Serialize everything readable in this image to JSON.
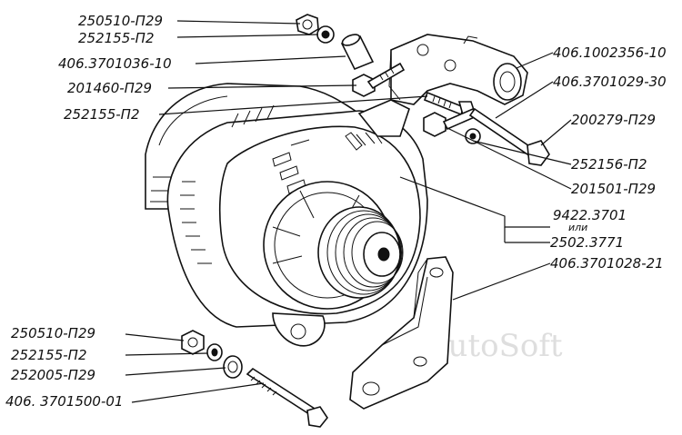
{
  "labels": {
    "nut_top": "250510-П29",
    "washer_top": "252155-П2",
    "sleeve": "406.3701036-10",
    "bolt_top": "201460-П29",
    "washer_mid": "252155-П2",
    "bracket_top": "406.1002356-10",
    "tensioner": "406.3701029-30",
    "bolt_right": "200279-П29",
    "washer_right": "252156-П2",
    "bolt_right2": "201501-П29",
    "alt_number_1": "9422.3701",
    "alt_or": "или",
    "alt_number_2": "2502.3771",
    "bracket_bottom": "406.3701028-21",
    "nut_bottom": "250510-П29",
    "washer_bottom": "252155-П2",
    "washer_flat_bottom": "252005-П29",
    "bolt_bottom": "406. 3701500-01"
  },
  "watermark": "AutoSoft"
}
